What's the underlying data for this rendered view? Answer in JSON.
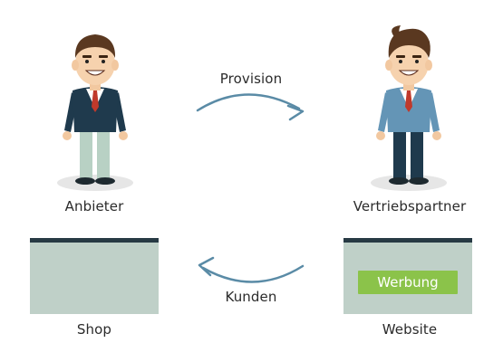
{
  "labels": {
    "provider": "Anbieter",
    "partner": "Vertriebspartner",
    "shop": "Shop",
    "website": "Website",
    "provision": "Provision",
    "customers": "Kunden"
  },
  "ad_banner": {
    "label": "Werbung"
  },
  "colors": {
    "arrow": "#5a8ba6",
    "frame_bar": "#273a44",
    "frame_body": "#bfd0c8",
    "ad_banner": "#8bc34a",
    "jacket_provider": "#1f3a4d",
    "jacket_partner": "#6495b6",
    "pants_provider": "#b8d1c4",
    "pants_partner": "#1f3a4d"
  },
  "icons": {
    "provider": "businessman-icon",
    "partner": "businessman-icon"
  }
}
